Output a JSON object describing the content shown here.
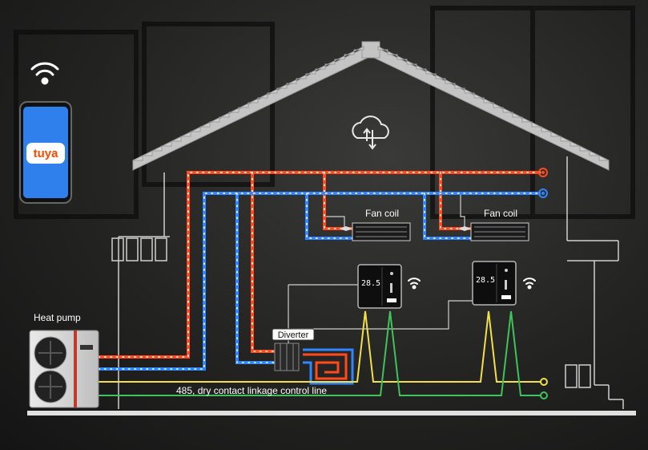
{
  "phone": {
    "app_logo": "tuya",
    "screen_color": "#2f80ed",
    "logo_color": "#ff4800"
  },
  "icons": {
    "wifi": "wifi-icon",
    "cloud": "cloud-sync-icon"
  },
  "labels": {
    "heat_pump": "Heat pump",
    "fan_coil_left": "Fan coil",
    "fan_coil_right": "Fan coil",
    "diverter": "Diverter",
    "control_line": "485, dry contact linkage control line"
  },
  "thermostat": {
    "temperature": "28.5"
  },
  "colors": {
    "hot_pipe": "#ff4a1c",
    "cold_pipe": "#2f86ff",
    "control_yellow": "#f2e04a",
    "control_green": "#3fc35a",
    "house_outline": "#d9d9d9"
  }
}
